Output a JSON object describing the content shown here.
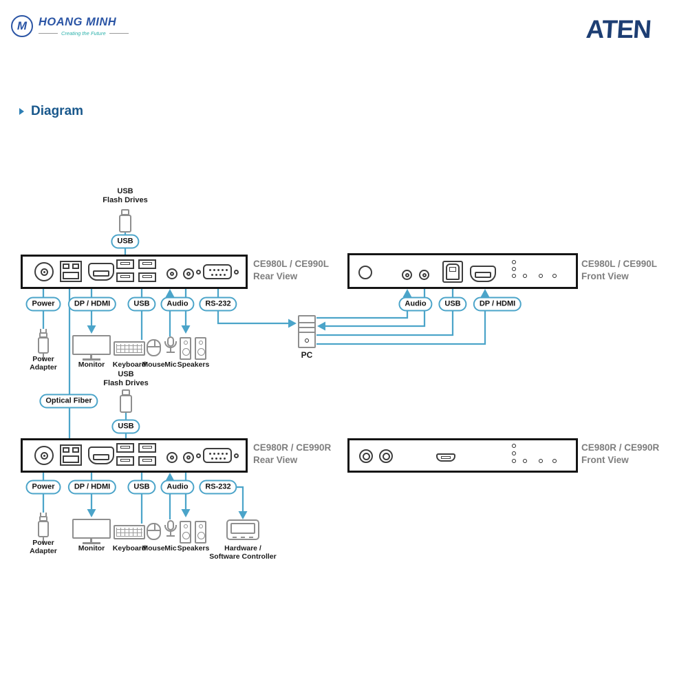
{
  "header": {
    "brand_name": "HOANG MINH",
    "brand_tagline": "Creating the Future",
    "brand_monogram": "M",
    "aten_logo_text": "ATEN"
  },
  "section": {
    "title": "Diagram"
  },
  "shared_labels": {
    "usb_pill": "USB",
    "optical_fiber": "Optical Fiber",
    "usb_flash_line1": "USB",
    "usb_flash_line2": "Flash Drives",
    "pc": "PC"
  },
  "devices": {
    "rear_left": {
      "title_line1": "CE980L / CE990L",
      "title_line2": "Rear View",
      "ports": [
        "Power",
        "DP / HDMI",
        "USB",
        "Audio",
        "RS-232"
      ]
    },
    "front_left": {
      "title_line1": "CE980L / CE990L",
      "title_line2": "Front View",
      "ports": [
        "Audio",
        "USB",
        "DP / HDMI"
      ]
    },
    "rear_right": {
      "title_line1": "CE980R / CE990R",
      "title_line2": "Rear View",
      "ports": [
        "Power",
        "DP / HDMI",
        "USB",
        "Audio",
        "RS-232"
      ]
    },
    "front_right": {
      "title_line1": "CE980R / CE990R",
      "title_line2": "Front View"
    }
  },
  "peripherals": {
    "power_adapter_line1": "Power",
    "power_adapter_line2": "Adapter",
    "monitor": "Monitor",
    "keyboard": "Keyboard",
    "mouse": "Mouse",
    "mic": "Mic",
    "speakers": "Speakers",
    "controller_line1": "Hardware /",
    "controller_line2": "Software Controller"
  },
  "colors": {
    "connector_blue": "#4BA4C9",
    "heading_blue": "#19588C",
    "aten_navy": "#1D3E73",
    "brand_blue": "#2B55A5",
    "brand_teal": "#2AB0AA",
    "panel_black": "#141414",
    "title_gray": "#7E7E7E"
  }
}
